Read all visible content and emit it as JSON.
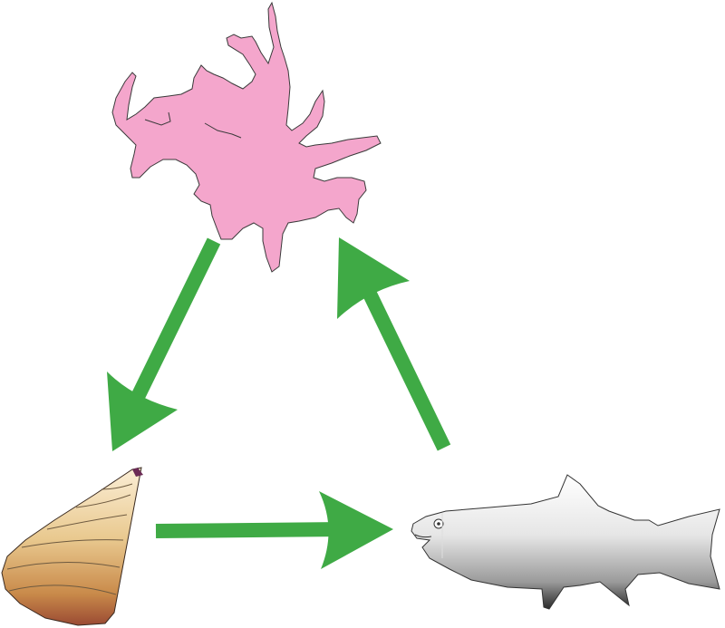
{
  "diagram": {
    "type": "cycle",
    "nodes": [
      {
        "id": "algae",
        "icon": "branching-pink-algae-icon",
        "color": "#f4a6cc"
      },
      {
        "id": "snail",
        "icon": "cone-snail-shell-icon",
        "color": "#c98a4a"
      },
      {
        "id": "fish",
        "icon": "fish-silhouette-icon",
        "color": "#9a9a9a"
      }
    ],
    "edges": [
      {
        "from": "algae",
        "to": "snail"
      },
      {
        "from": "snail",
        "to": "fish"
      },
      {
        "from": "fish",
        "to": "algae"
      }
    ],
    "colors": {
      "arrow": "#3faa45",
      "algae_fill": "#f4a6cc",
      "outline": "#333333",
      "background": "#ffffff"
    }
  }
}
